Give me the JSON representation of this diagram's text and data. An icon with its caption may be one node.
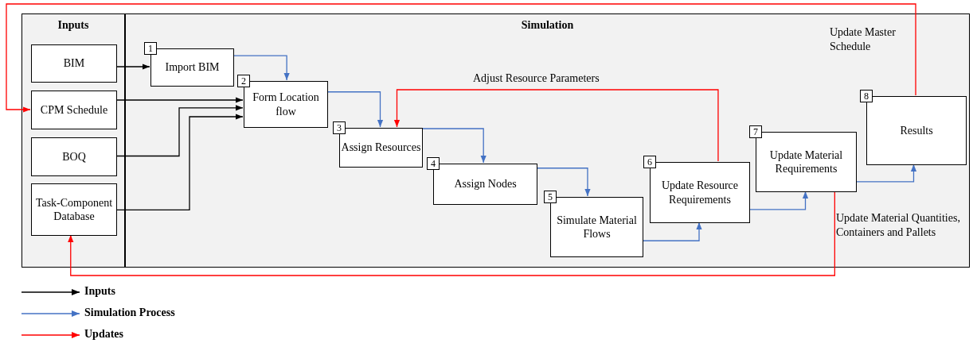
{
  "diagram": {
    "nodes": [
      {
        "text": [
          "Inputs"
        ]
      },
      {
        "text": [
          "BIM"
        ],
        "in": 0
      },
      {
        "text": [
          "CPM Schedule"
        ],
        "in": 0
      },
      {
        "text": [
          "BOQ"
        ],
        "in": 0
      },
      {
        "text": [
          "Task-Component Database"
        ],
        "in": 0
      },
      {
        "text": [
          "Simulation"
        ]
      },
      {
        "text": [
          "1",
          "Import BIM"
        ],
        "in": 5
      },
      {
        "text": [
          "2",
          "Form Location flow"
        ],
        "in": 5
      },
      {
        "text": [
          "3",
          "Assign Resources"
        ],
        "in": 5
      },
      {
        "text": [
          "4",
          "Assign Nodes"
        ],
        "in": 5
      },
      {
        "text": [
          "5",
          "Simulate Material Flows"
        ],
        "in": 5
      },
      {
        "text": [
          "6",
          "Update Resource Requirements"
        ],
        "in": 5
      },
      {
        "text": [
          "7",
          "Update Material Requirements"
        ],
        "in": 5
      },
      {
        "text": [
          "8",
          "Results"
        ],
        "in": 5
      }
    ],
    "edges": [
      {
        "from": 1,
        "to": 6,
        "arrow": "to",
        "color": "#000000"
      },
      {
        "from": 2,
        "to": 7,
        "arrow": "to",
        "color": "#000000"
      },
      {
        "from": 3,
        "to": 7,
        "arrow": "to",
        "color": "#000000"
      },
      {
        "from": 4,
        "to": 7,
        "arrow": "to",
        "color": "#000000"
      },
      {
        "from": 6,
        "to": 7,
        "arrow": "to"
      },
      {
        "from": 7,
        "to": 8,
        "arrow": "to"
      },
      {
        "from": 8,
        "to": 9,
        "arrow": "to"
      },
      {
        "from": 9,
        "to": 10,
        "arrow": "to"
      },
      {
        "from": 10,
        "to": 11,
        "arrow": "to"
      },
      {
        "from": 11,
        "to": 12,
        "arrow": "to"
      },
      {
        "from": 12,
        "to": 13,
        "arrow": "to"
      },
      {
        "from": 13,
        "to": 2,
        "arrow": "to",
        "color": "#ff0000",
        "label": "Update Master Schedule"
      },
      {
        "from": 11,
        "to": 8,
        "arrow": "to",
        "color": "#ff0000",
        "label": "Adjust Resource Parameters"
      },
      {
        "from": 12,
        "to": 4,
        "arrow": "to",
        "color": "#ff0000",
        "label": "Update Material Quantities, Containers and Pallets"
      }
    ],
    "legend": [
      {
        "text": "Inputs"
      },
      {
        "text": "Simulation Process"
      },
      {
        "text": "Updates"
      }
    ]
  }
}
